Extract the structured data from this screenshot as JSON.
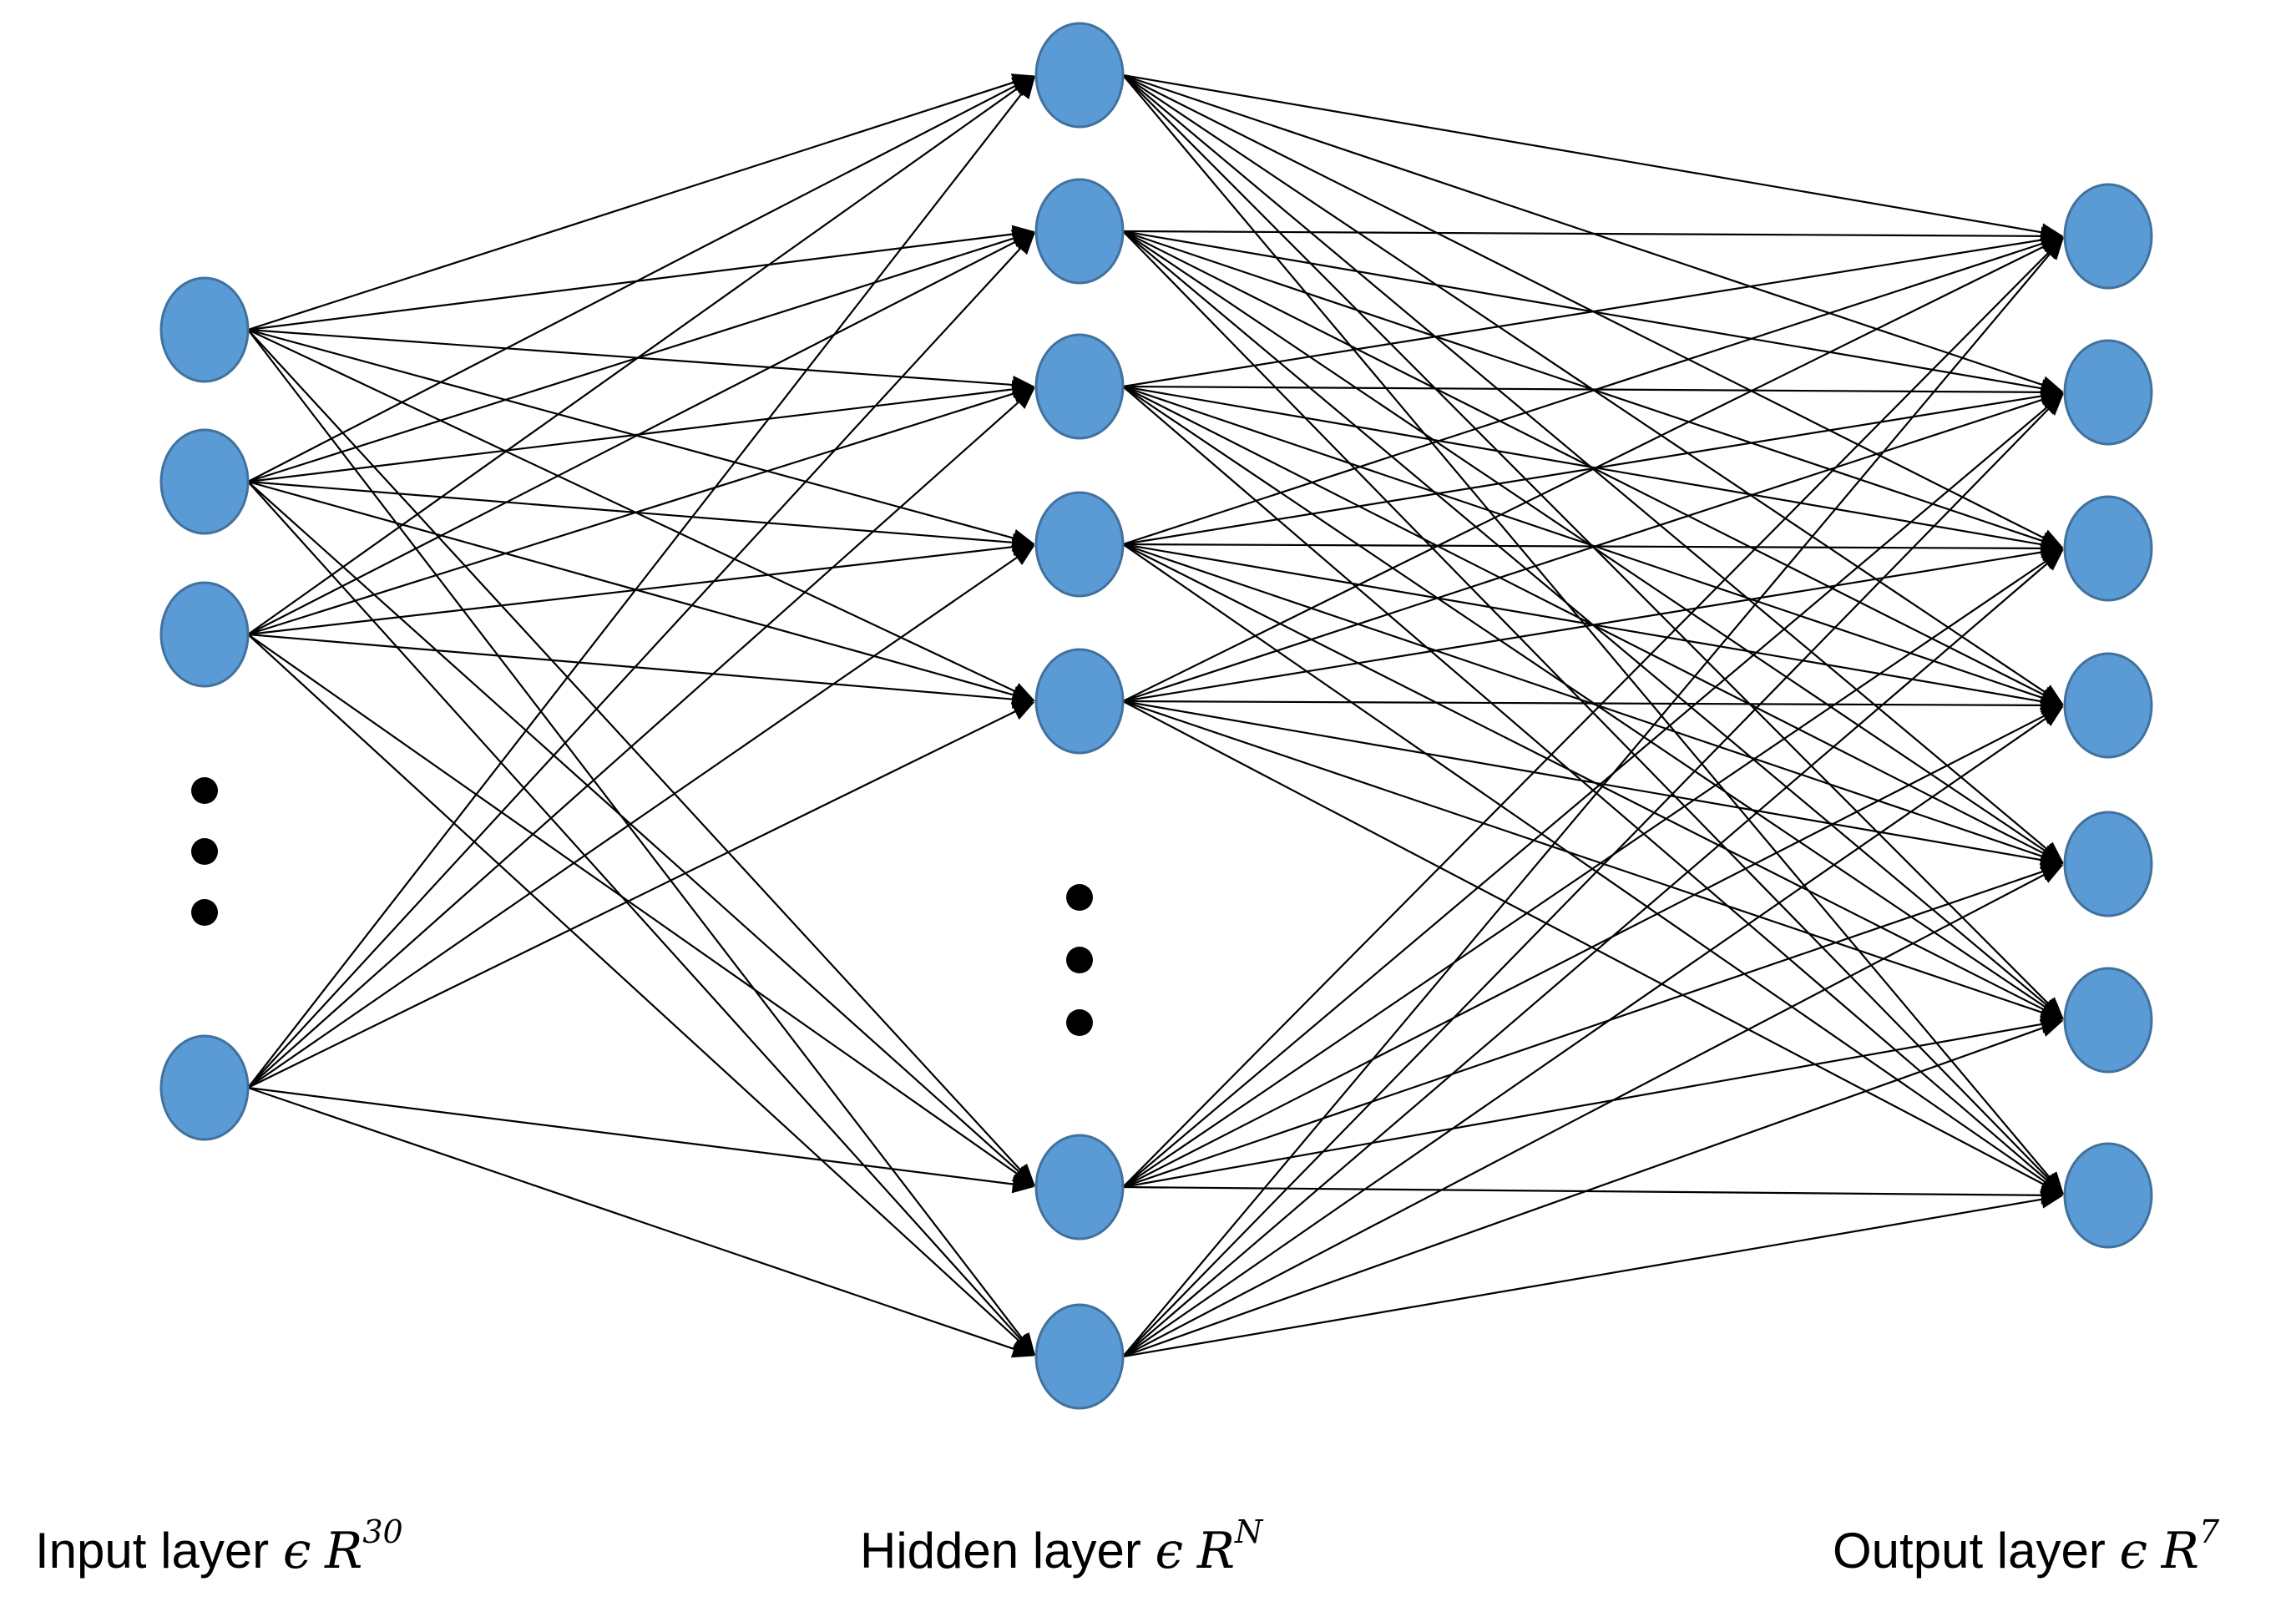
{
  "diagram": {
    "colors": {
      "node_fill": "#5b9bd5",
      "node_stroke": "#41719c",
      "edge": "#000000",
      "ellipsis_dot": "#000000"
    },
    "layers": [
      {
        "id": "input",
        "name": "Input layer",
        "symbol": "ϵ",
        "space": "R",
        "dimension": "30",
        "drawn_nodes_before_ellipsis": 3,
        "drawn_nodes_after_ellipsis": 1
      },
      {
        "id": "hidden",
        "name": "Hidden layer",
        "symbol": "ϵ",
        "space": "R",
        "dimension": "N",
        "drawn_nodes_before_ellipsis": 5,
        "drawn_nodes_after_ellipsis": 2
      },
      {
        "id": "output",
        "name": "Output layer",
        "symbol": "ϵ",
        "space": "R",
        "dimension": "7",
        "drawn_nodes_before_ellipsis": 7,
        "drawn_nodes_after_ellipsis": 0
      }
    ],
    "connectivity": "fully-connected",
    "edge_style": "arrow"
  }
}
